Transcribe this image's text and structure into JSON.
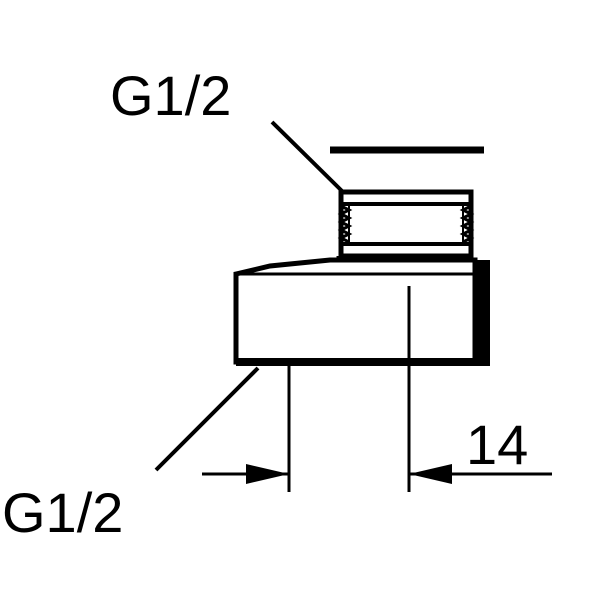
{
  "diagram": {
    "labels": {
      "top_thread": "G1/2",
      "bottom_thread": "G1/2",
      "dimension": "14"
    },
    "colors": {
      "ink": "#000000",
      "paper": "#ffffff"
    }
  }
}
